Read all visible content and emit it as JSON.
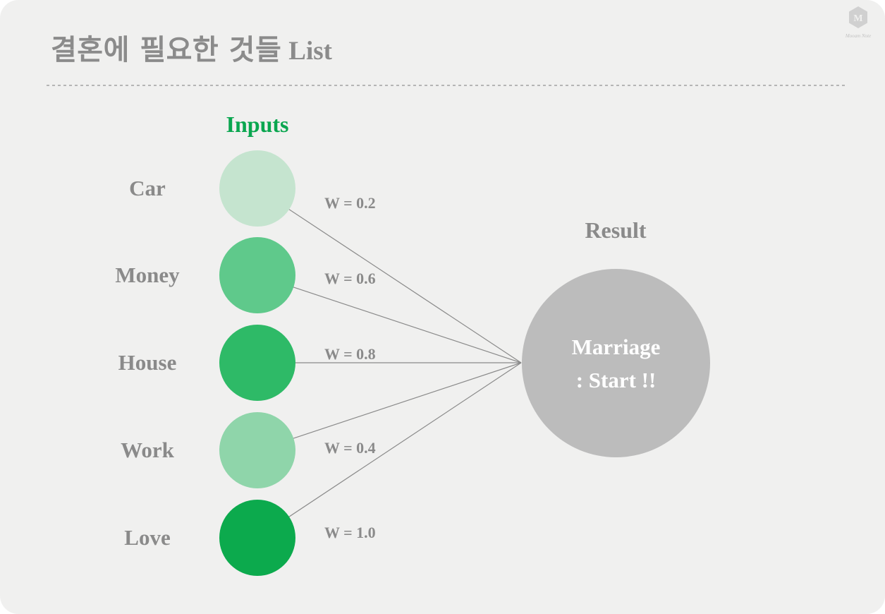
{
  "slide": {
    "title_ko": "결혼에 필요한 것들",
    "title_en": "List",
    "logo": {
      "letter": "M",
      "caption": "Mooam Note"
    }
  },
  "diagram": {
    "inputs_heading": "Inputs",
    "result_heading": "Result",
    "result_node": {
      "line1": "Marriage",
      "line2": ": Start !!",
      "fill": "#bcbcbc",
      "text_color": "#ffffff"
    },
    "nodes": [
      {
        "label": "Car",
        "weight": "W = 0.2",
        "fill": "#c5e4cf"
      },
      {
        "label": "Money",
        "weight": "W = 0.6",
        "fill": "#5fc98b"
      },
      {
        "label": "House",
        "weight": "W = 0.8",
        "fill": "#2eba67"
      },
      {
        "label": "Work",
        "weight": "W = 0.4",
        "fill": "#8fd5aa"
      },
      {
        "label": "Love",
        "weight": "W = 1.0",
        "fill": "#0caa4d"
      }
    ],
    "colors": {
      "accent_green": "#0aa64f",
      "text_gray": "#8a8a8a",
      "link_gray": "#8a8a8a",
      "card_bg": "#f0f0ef"
    }
  }
}
